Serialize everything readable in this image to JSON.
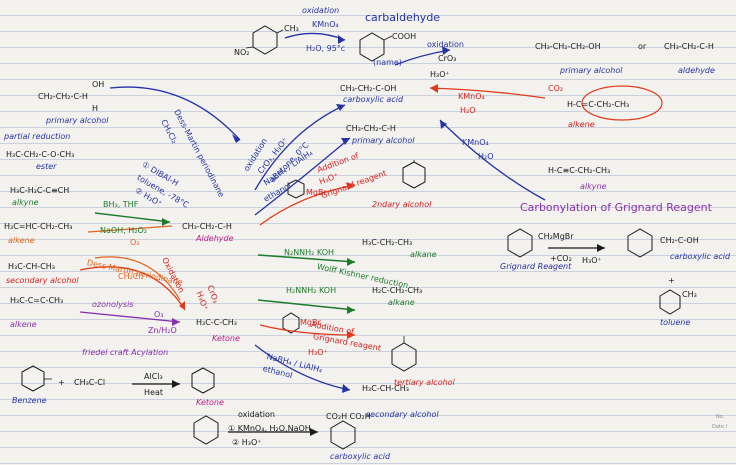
{
  "notes": {
    "oxidation_top": "oxidation",
    "kmno4_top": "KMnO₄",
    "h2o_95": "H₂O, 95°c",
    "carbaldehyde": "carbaldehyde",
    "cooh": "COOH",
    "name_q": "(name)",
    "ch3_top": "CH₃",
    "no2": "NO₂",
    "oxidation_cro3": "oxidation",
    "cro3": "CrO₃",
    "h3o_plus": "H₃O⁺",
    "carboxylic_formula": "CH₃-CH₂-C-OH",
    "carboxylic_acid": "carboxylic acid",
    "primary_alcohol_formula_r": "CH₃-CH₂-CH₂-OH",
    "or": "or",
    "aldehyde_formula_r": "CH₃-CH₂-C-H",
    "primary_alcohol_r": "primary alcohol",
    "aldehyde_r": "aldehyde",
    "kmno4_h2o_red": "KMnO₄",
    "h2o_red": "H₂O",
    "co2_red": "CO₂",
    "alkene_formula_r": "H-C=C-CH₂-CH₃",
    "alkene_r": "alkene",
    "kmno4_blue": "KMnO₄",
    "h2o_blue": "H₂O",
    "alkyne_formula_r": "H-C≡C-CH₂-CH₃",
    "alkyne_r": "alkyne",
    "carbonylation": "Carbonylation of Grignard Reagent",
    "primary_alcohol_formula_l": "CH₂-CH₂-C-H",
    "oh_l": "OH",
    "h_l": "H",
    "primary_alcohol_l": "primary alcohol",
    "partial_reduction": "partial reduction",
    "ester_formula": "H₃C-CH₂-C-O-CH₃",
    "ester": "ester",
    "dibal": "① DIBAl-H",
    "toluene_78": "toluene, -78°C",
    "h3o_2": "② H₃O⁺",
    "dess_martin_top": "Dess-Martin periodinane",
    "ch2cl2_top": "CH₂Cl₂",
    "oxidation_mid": "oxidation",
    "cro3_h3o": "CrO₃, H₃O⁺",
    "acetone_0": "acetone, 0°C",
    "alkyne_formula_l": "H₃C-H₂C-C≡CH",
    "alkyne_l": "alkyne",
    "bh3_thf": "BH₃, THF",
    "naoh_h2o2": "NaOH, H₂O₂",
    "alkene_formula_l": "H₃C=HC-CH₂-CH₃",
    "alkene_l": "alkene",
    "o3_top": "O₃",
    "aldehyde_center_formula": "CH₃-CH₂-C-H",
    "aldehyde_center": "Aldehyde",
    "nabh4_top": "NaBH₄ / LiAlH₄",
    "ethanol_top": "ethanol",
    "primary_alcohol_formula_c": "CH₃-CH₂-C-H",
    "primary_alcohol_c": "primary alcohol",
    "mgbr_top": "MgBr",
    "addition_of": "Addition of",
    "h3o_add": "H₃O⁺",
    "grignard_reagent": "Grignard reagent",
    "secondary_alcohol": "2ndary alcohol",
    "n2h4_koh": "N₂NNH₂ KOH",
    "wolff_kishner": "Wolff Kishner reduction",
    "alkane_formula_1": "H₃C-CH₂-CH₃",
    "alkane_1": "alkane",
    "secondary_alcohol_formula_l": "H₃C-CH-CH₃",
    "secondary_alcohol_l": "secondary alcohol",
    "dess_martin_mid": "Dess Martin periodinane",
    "ch2cl2_mid": "CH₂Cl₂",
    "oxidation_cro3_mid": "Oxidation",
    "cro3_mid": "CrO₃",
    "h3o_mid": "H₃O⁺",
    "alkene_formula_l2": "H₃C-C=C-CH₃",
    "alkene_l2": "alkene",
    "ozonolysis": "ozonolysis",
    "o3_mid": "O₃",
    "zn_h2o": "Zn/H₂O",
    "ketone_formula": "H₃C-C-CH₃",
    "ketone": "Ketone",
    "n2nnh2_koh": "H₂NNH₂ KOH",
    "alkane_formula_2": "H₂C-CH₂-CH₃",
    "alkane_2": "alkane",
    "mgbr_bottom": "MgBr",
    "addition_of_2": "Addition of",
    "grignard_2": "Grignard reagent",
    "h3o_bottom": "H₃O⁺",
    "tertiary_alcohol": "tertiary alcohol",
    "nabh4_bottom": "NaBH₄ / LiAlH₄",
    "ethanol_bottom": "ethanol",
    "secondary_alcohol_formula_b": "H₃C-CH-CH₃",
    "secondary_alcohol_b": "secondary alcohol",
    "friedel_crafts": "friedel craft Acylation",
    "plus": "+",
    "acyl_chloride": "CH₃C-Cl",
    "alcl3": "AlCl₃",
    "heat": "Heat",
    "benzene": "Benzene",
    "ketone_bottom": "Ketone",
    "oxidation_bottom": "oxidation",
    "kmno4_naoh": "① KMnO₄, H₂O,NaOH",
    "h3o_bottom2": "② H₃O⁺",
    "carboxylic_bottom": "carboxylic acid",
    "cooh_pair": "CO₂H   CO₂H",
    "grignard_formula": "CH₂MgBr",
    "co2_reagent": "+CO₂",
    "h3o_g": "H₃O⁺",
    "grignard_name": "Grignard Reagent",
    "carboxylic_formula_g": "CH₂-C-OH",
    "carboxylic_g": "carboxylic acid",
    "plus_g": "+",
    "toluene_ch3": "CH₃",
    "toluene": "toluene",
    "page_no": "No.",
    "date": "Date /"
  }
}
